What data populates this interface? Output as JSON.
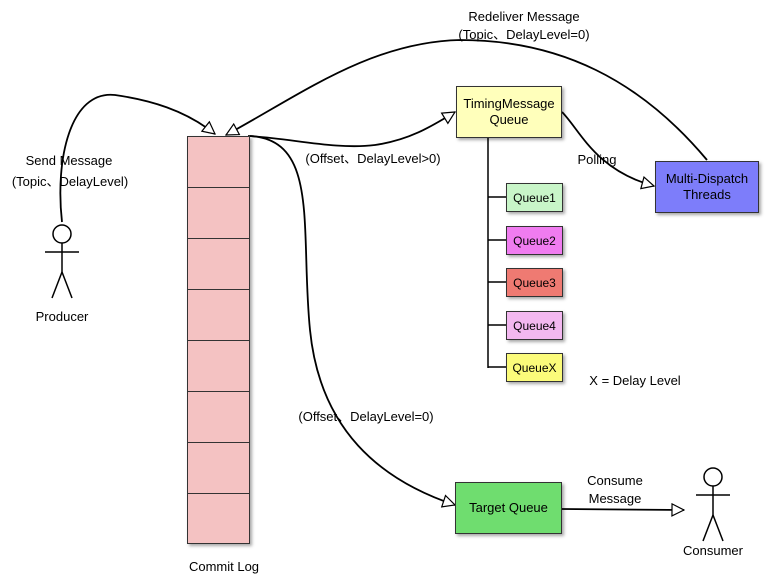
{
  "labels": {
    "redeliver": "Redeliver Message",
    "redeliver_args": "(Topic、DelayLevel=0)",
    "send": "Send Message",
    "send_args": "(Topic、DelayLevel)",
    "offset_delay": "(Offset、DelayLevel>0)",
    "offset_zero": "(Offset、DelayLevel=0)",
    "polling": "Polling",
    "delay_note": "X = Delay Level",
    "consume_1": "Consume",
    "consume_2": "Message",
    "producer": "Producer",
    "consumer": "Consumer",
    "commit_log": "Commit Log"
  },
  "boxes": {
    "timing_queue_line1": "TimingMessage",
    "timing_queue_line2": "Queue",
    "dispatch_line1": "Multi-Dispatch",
    "dispatch_line2": "Threads",
    "target_queue": "Target Queue"
  },
  "queues": [
    {
      "label": "Queue1",
      "color": "#c8f5c8"
    },
    {
      "label": "Queue2",
      "color": "#f07cf0"
    },
    {
      "label": "Queue3",
      "color": "#ef7a72"
    },
    {
      "label": "Queue4",
      "color": "#f3b8f0"
    },
    {
      "label": "QueueX",
      "color": "#fbfb7a"
    }
  ],
  "colors": {
    "commit_log": "#f4c2c2",
    "timing_queue": "#ffffbb",
    "dispatch": "#7d7dfa",
    "target_queue": "#6fdd6f"
  },
  "commit_log_cells": 8
}
